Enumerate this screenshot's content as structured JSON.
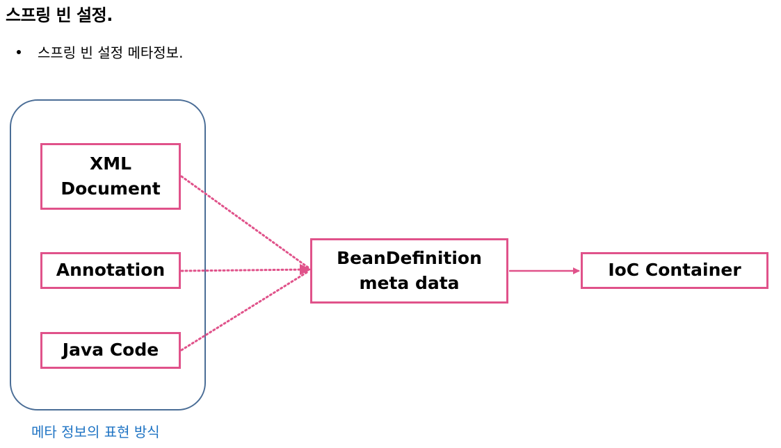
{
  "heading": "스프링 빈 설정.",
  "bullet": "스프링 빈 설정 메타정보.",
  "group_caption": "메타 정보의 표현 방식",
  "sources": [
    {
      "line1": "XML",
      "line2": "Document"
    },
    {
      "line1": "Annotation"
    },
    {
      "line1": "Java Code"
    }
  ],
  "bean_definition": {
    "line1": "BeanDefinition",
    "line2": "meta data"
  },
  "ioc_container": "IoC Container",
  "colors": {
    "box_border": "#e0528a",
    "group_border": "#4a6d96",
    "caption": "#1f74c4",
    "arrow": "#e0528a"
  }
}
